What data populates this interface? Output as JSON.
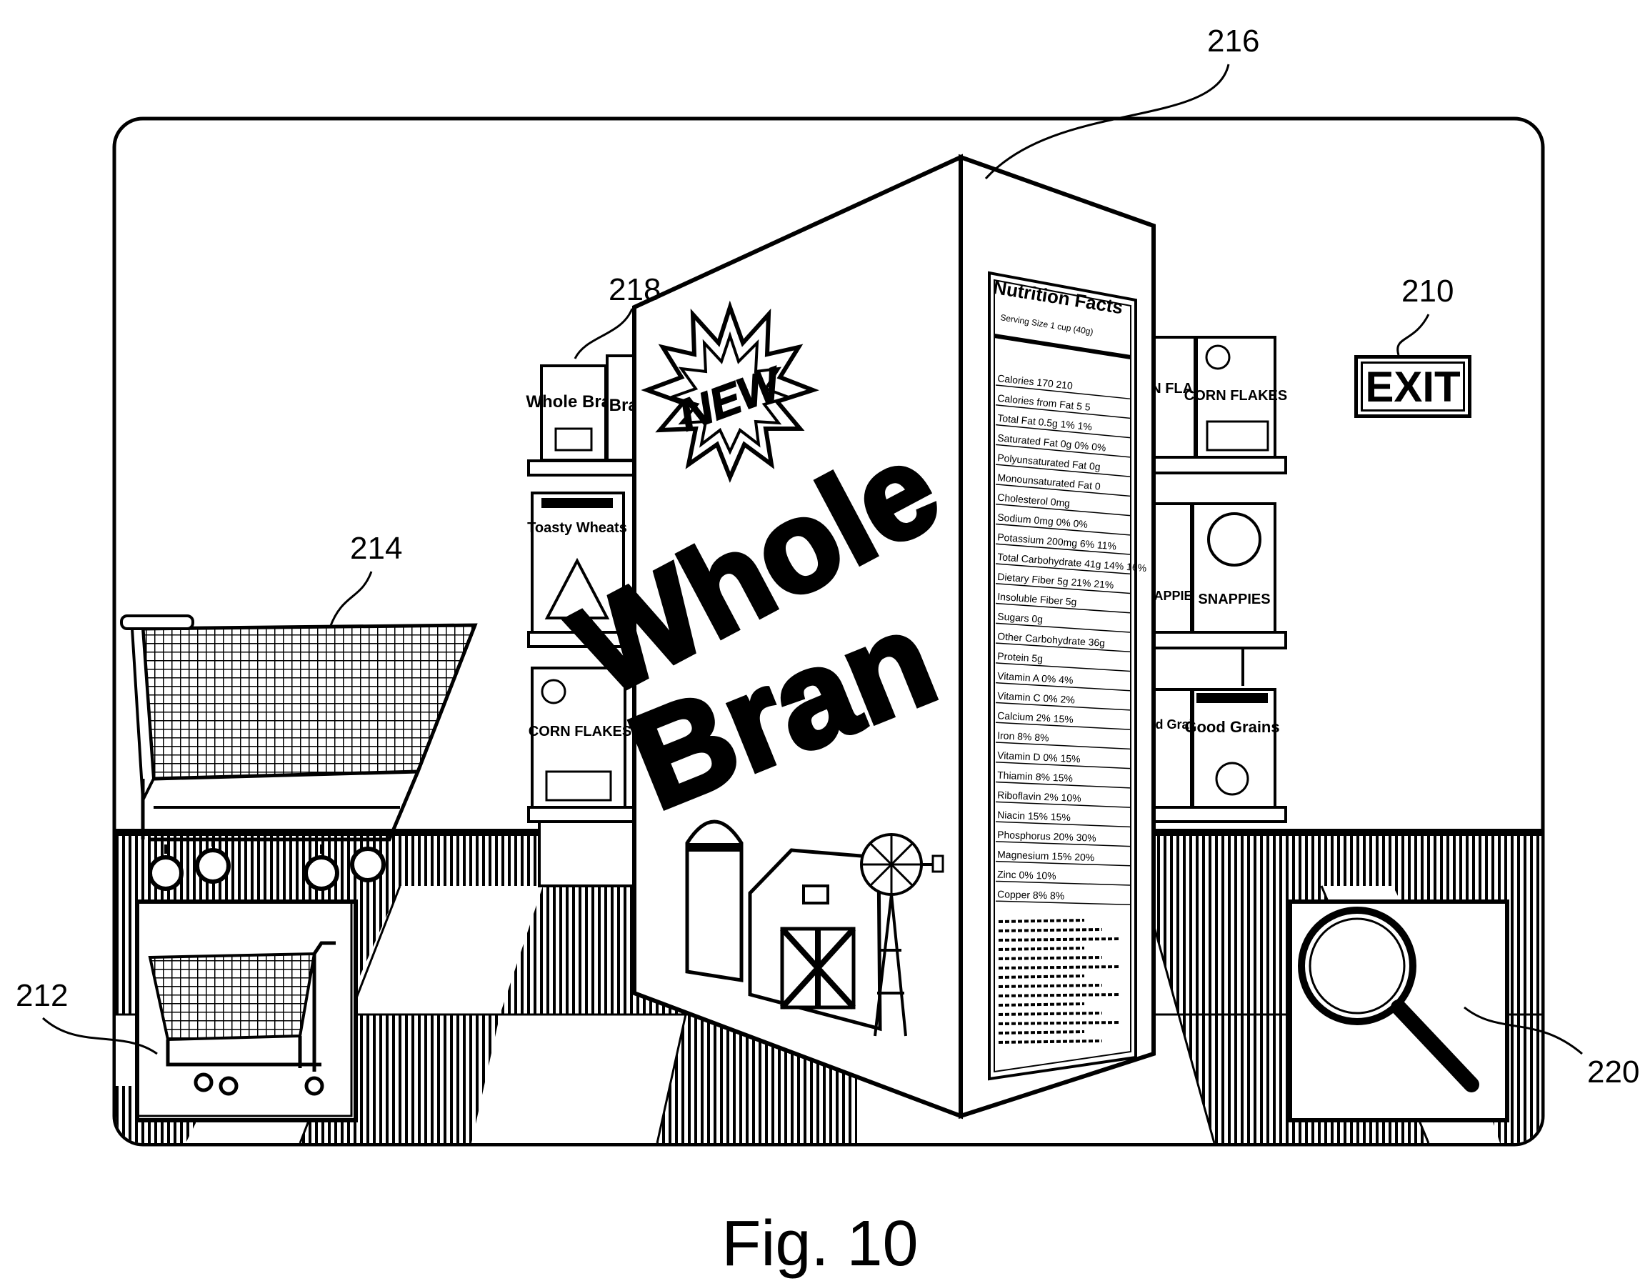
{
  "figure": {
    "caption": "Fig. 10"
  },
  "refs": {
    "r210": "210",
    "r212": "212",
    "r214": "214",
    "r216": "216",
    "r218": "218",
    "r220": "220"
  },
  "ui": {
    "exit_label": "EXIT",
    "cart_icon": "shopping-cart-icon",
    "search_icon": "magnifier-icon"
  },
  "product": {
    "badge": "NEW",
    "brand_line1": "Whole",
    "brand_line2": "Bran",
    "panel_title": "Nutrition Facts",
    "panel_serving": "Serving Size 1 cup (40g)",
    "panel_rows": [
      "Calories 170 210",
      "Calories from Fat 5 5",
      "Total Fat 0.5g 1% 1%",
      "Saturated Fat 0g 0% 0%",
      "Polyunsaturated Fat 0g",
      "Monounsaturated Fat 0",
      "Cholesterol 0mg",
      "Sodium 0mg 0% 0%",
      "Potassium 200mg 6% 11%",
      "Total Carbohydrate 41g 14% 16%",
      "Dietary Fiber 5g 21% 21%",
      "Insoluble Fiber 5g",
      "Sugars 0g",
      "Other Carbohydrate 36g",
      "Protein 5g",
      "Vitamin A 0% 4%",
      "Vitamin C 0% 2%",
      "Calcium 2% 15%",
      "Iron 8% 8%",
      "Vitamin D 0% 15%",
      "Thiamin 8% 15%",
      "Riboflavin 2% 10%",
      "Niacin 15% 15%",
      "Phosphorus 20% 30%",
      "Magnesium 15% 20%",
      "Zinc 0% 10%",
      "Copper 8% 8%"
    ]
  },
  "shelf": {
    "left_top_a": "Whole Bran",
    "left_top_b": "Bran",
    "left_mid": "Toasty Wheats",
    "left_bot": "CORN FLAKES",
    "right_top_a": "CORN FLAKES",
    "right_top_b": "CORN FLAKES",
    "right_mid_a": "SNAPPIES",
    "right_mid_b": "SNAPPIES",
    "right_bot_a": "Good Grains",
    "right_bot_b": "Good Grains"
  }
}
